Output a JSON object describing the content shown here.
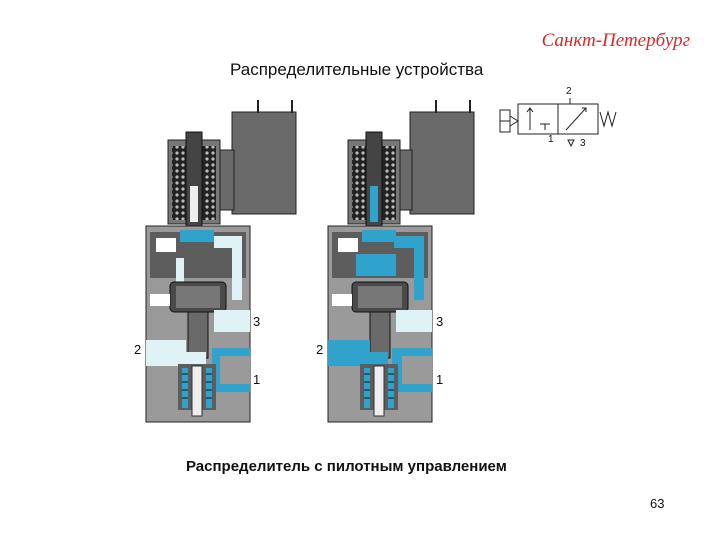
{
  "header": {
    "city": "Санкт-Петербург",
    "title": "Распределительные устройства"
  },
  "caption": "Распределитель с пилотным управлением",
  "page_number": "63",
  "valve_left": {
    "port_3": "3",
    "port_2": "2",
    "port_1": "1"
  },
  "valve_right": {
    "port_3": "3",
    "port_2": "2",
    "port_1": "1"
  },
  "symbol": {
    "port_2": "2",
    "port_1": "1",
    "port_3": "3"
  },
  "colors": {
    "body": "#9a9a9a",
    "dark": "#5a5a5a",
    "air": "#2fa3cc",
    "channel": "#dff3f6"
  }
}
